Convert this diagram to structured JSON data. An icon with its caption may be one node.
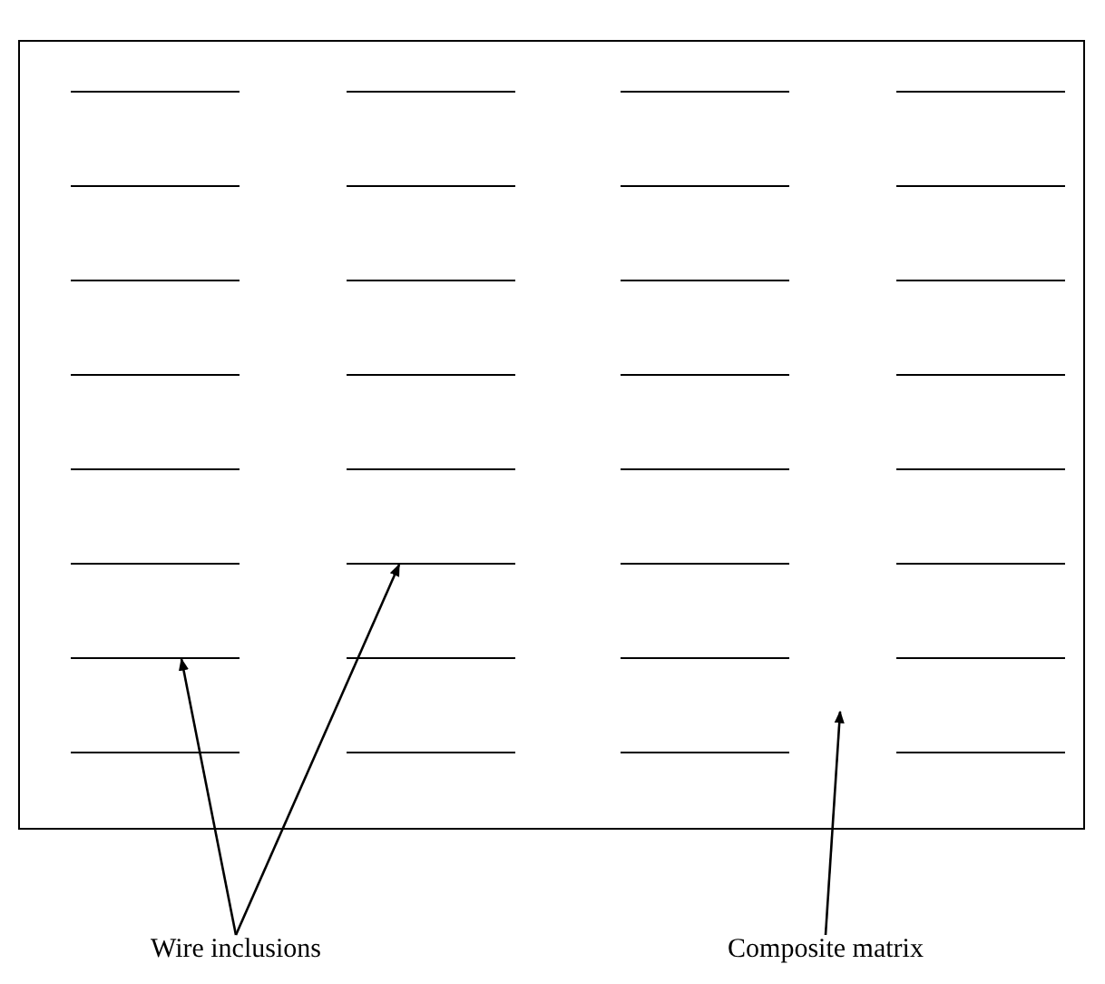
{
  "diagram": {
    "nodes": [
      {
        "text": [],
        "shape": "box"
      },
      {
        "text": [],
        "shape": "line",
        "in": 0
      },
      {
        "text": [],
        "shape": "line",
        "in": 0
      },
      {
        "text": [
          "Wire inclusions"
        ]
      },
      {
        "text": [
          "Composite matrix"
        ]
      }
    ],
    "edges": [
      {
        "from": 3,
        "to": 2,
        "arrow": "to"
      },
      {
        "from": 3,
        "to": 1,
        "arrow": "to"
      },
      {
        "from": 4,
        "to": 0,
        "arrow": "to"
      }
    ]
  }
}
